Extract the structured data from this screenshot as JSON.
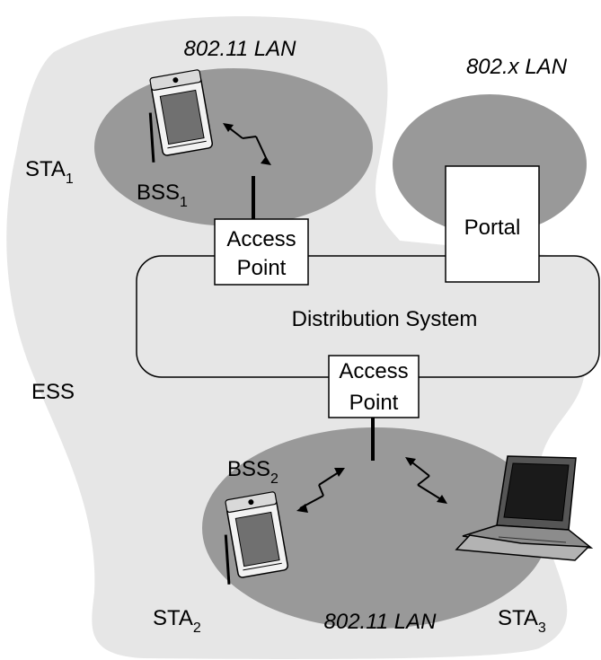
{
  "labels": {
    "lan_top": "802.11 LAN",
    "lan_right": "802.x LAN",
    "lan_bottom": "802.11 LAN",
    "sta1": "STA",
    "sta1_sub": "1",
    "sta2": "STA",
    "sta2_sub": "2",
    "sta3": "STA",
    "sta3_sub": "3",
    "bss1": "BSS",
    "bss1_sub": "1",
    "bss2": "BSS",
    "bss2_sub": "2",
    "ess": "ESS",
    "distribution_system": "Distribution System",
    "portal": "Portal",
    "ap_top_line1": "Access",
    "ap_top_line2": "Point",
    "ap_bottom_line1": "Access",
    "ap_bottom_line2": "Point"
  },
  "colors": {
    "ess_region": "#e6e6e6",
    "bss_region": "#999999",
    "box_fill": "#ffffff",
    "stroke": "#000000"
  },
  "icons": {
    "sta1": "pda-icon",
    "sta2": "pda-icon",
    "sta3": "laptop-icon",
    "wireless_link": "wireless-link-icon"
  }
}
